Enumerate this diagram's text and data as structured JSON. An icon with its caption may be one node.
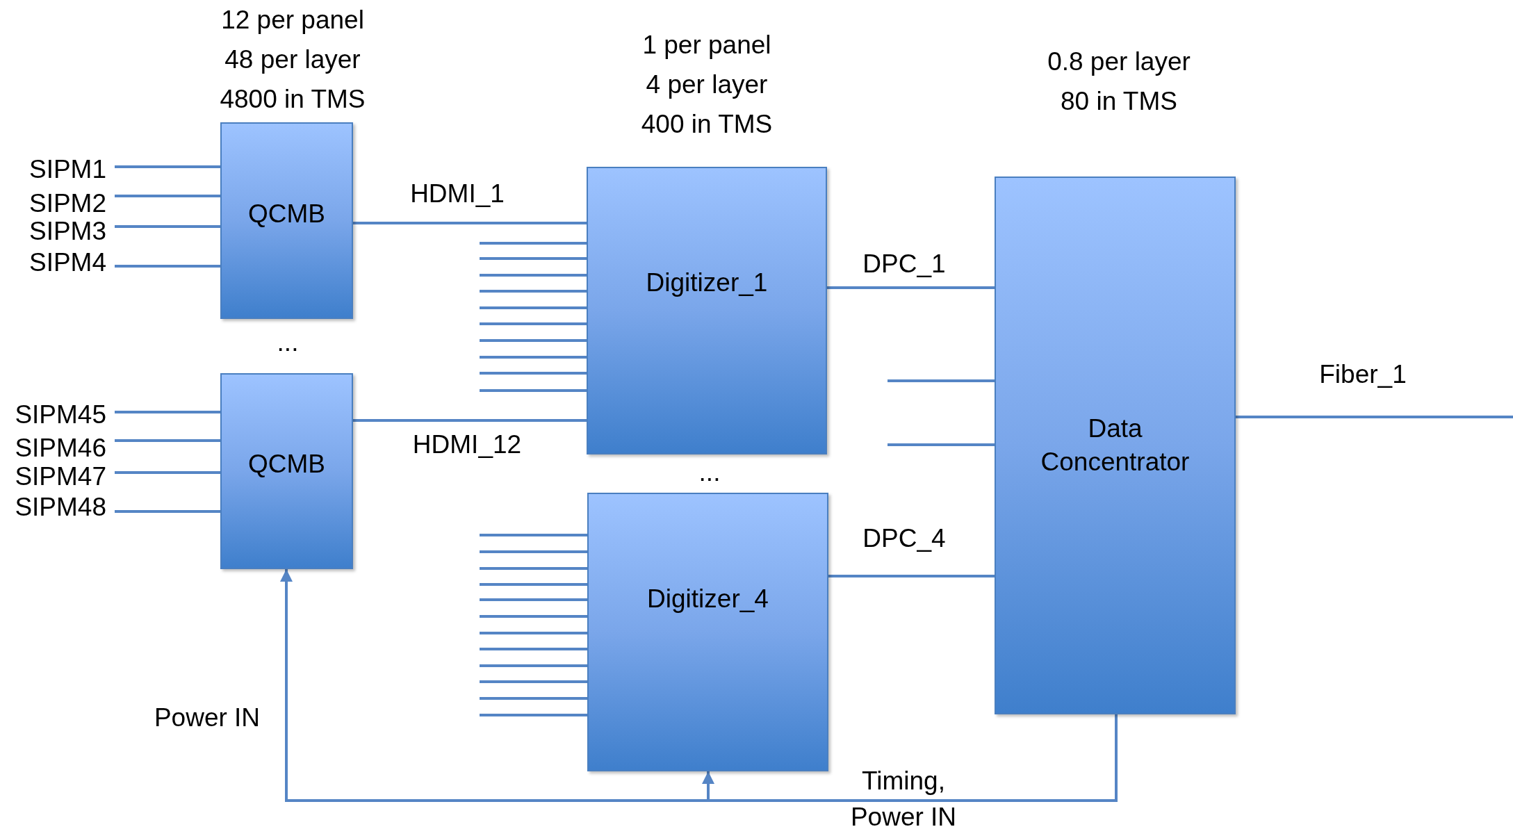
{
  "diagram": {
    "nodes": [
      {
        "text": [
          "QCMB"
        ],
        "beside": [
          "12 per panel 48 per layer 4800 in TMS"
        ]
      },
      {
        "text": [
          "QCMB"
        ]
      },
      {
        "text": [
          "Digitizer_1"
        ],
        "beside": [
          "1 per panel 4 per layer 400 in TMS"
        ]
      },
      {
        "text": [
          "Digitizer_4"
        ]
      },
      {
        "text": [
          "Data Concentrator"
        ],
        "beside": [
          "0.8 per layer 80 in TMS"
        ]
      },
      {
        "text": [
          "SIPM1"
        ]
      },
      {
        "text": [
          "SIPM2"
        ]
      },
      {
        "text": [
          "SIPM3"
        ]
      },
      {
        "text": [
          "SIPM4"
        ]
      },
      {
        "text": [
          "SIPM45"
        ]
      },
      {
        "text": [
          "SIPM46"
        ]
      },
      {
        "text": [
          "SIPM47"
        ]
      },
      {
        "text": [
          "SIPM48"
        ]
      }
    ],
    "edges": [
      {
        "from": 5,
        "to": 0,
        "arrow": "none"
      },
      {
        "from": 6,
        "to": 0,
        "arrow": "none"
      },
      {
        "from": 7,
        "to": 0,
        "arrow": "none"
      },
      {
        "from": 8,
        "to": 0,
        "arrow": "none"
      },
      {
        "from": 9,
        "to": 1,
        "arrow": "none"
      },
      {
        "from": 10,
        "to": 1,
        "arrow": "none"
      },
      {
        "from": 11,
        "to": 1,
        "arrow": "none"
      },
      {
        "from": 12,
        "to": 1,
        "arrow": "none"
      },
      {
        "from": 0,
        "to": 2,
        "arrow": "none",
        "label": "HDMI_1"
      },
      {
        "from": 1,
        "to": 2,
        "arrow": "none",
        "label": "HDMI_12"
      },
      {
        "from": null,
        "to": 2,
        "arrow": "none"
      },
      {
        "from": null,
        "to": 2,
        "arrow": "none"
      },
      {
        "from": null,
        "to": 2,
        "arrow": "none"
      },
      {
        "from": null,
        "to": 2,
        "arrow": "none"
      },
      {
        "from": null,
        "to": 2,
        "arrow": "none"
      },
      {
        "from": null,
        "to": 2,
        "arrow": "none"
      },
      {
        "from": null,
        "to": 2,
        "arrow": "none"
      },
      {
        "from": null,
        "to": 2,
        "arrow": "none"
      },
      {
        "from": null,
        "to": 2,
        "arrow": "none"
      },
      {
        "from": null,
        "to": 2,
        "arrow": "none"
      },
      {
        "from": null,
        "to": 3,
        "arrow": "none"
      },
      {
        "from": null,
        "to": 3,
        "arrow": "none"
      },
      {
        "from": null,
        "to": 3,
        "arrow": "none"
      },
      {
        "from": null,
        "to": 3,
        "arrow": "none"
      },
      {
        "from": null,
        "to": 3,
        "arrow": "none"
      },
      {
        "from": null,
        "to": 3,
        "arrow": "none"
      },
      {
        "from": null,
        "to": 3,
        "arrow": "none"
      },
      {
        "from": null,
        "to": 3,
        "arrow": "none"
      },
      {
        "from": null,
        "to": 3,
        "arrow": "none"
      },
      {
        "from": null,
        "to": 3,
        "arrow": "none"
      },
      {
        "from": null,
        "to": 3,
        "arrow": "none"
      },
      {
        "from": null,
        "to": 3,
        "arrow": "none"
      },
      {
        "from": 2,
        "to": 4,
        "arrow": "none",
        "label": "DPC_1"
      },
      {
        "from": 3,
        "to": 4,
        "arrow": "none",
        "label": "DPC_4"
      },
      {
        "from": null,
        "to": 4,
        "arrow": "none"
      },
      {
        "from": null,
        "to": 4,
        "arrow": "none"
      },
      {
        "from": 4,
        "to": null,
        "arrow": "none",
        "label": "Fiber_1"
      },
      {
        "from": 4,
        "to": 1,
        "arrow": "to",
        "label": "Power IN"
      },
      {
        "from": 4,
        "to": 3,
        "arrow": "to",
        "label": "Timing, Power IN"
      }
    ],
    "labels": [
      "...",
      "..."
    ]
  }
}
